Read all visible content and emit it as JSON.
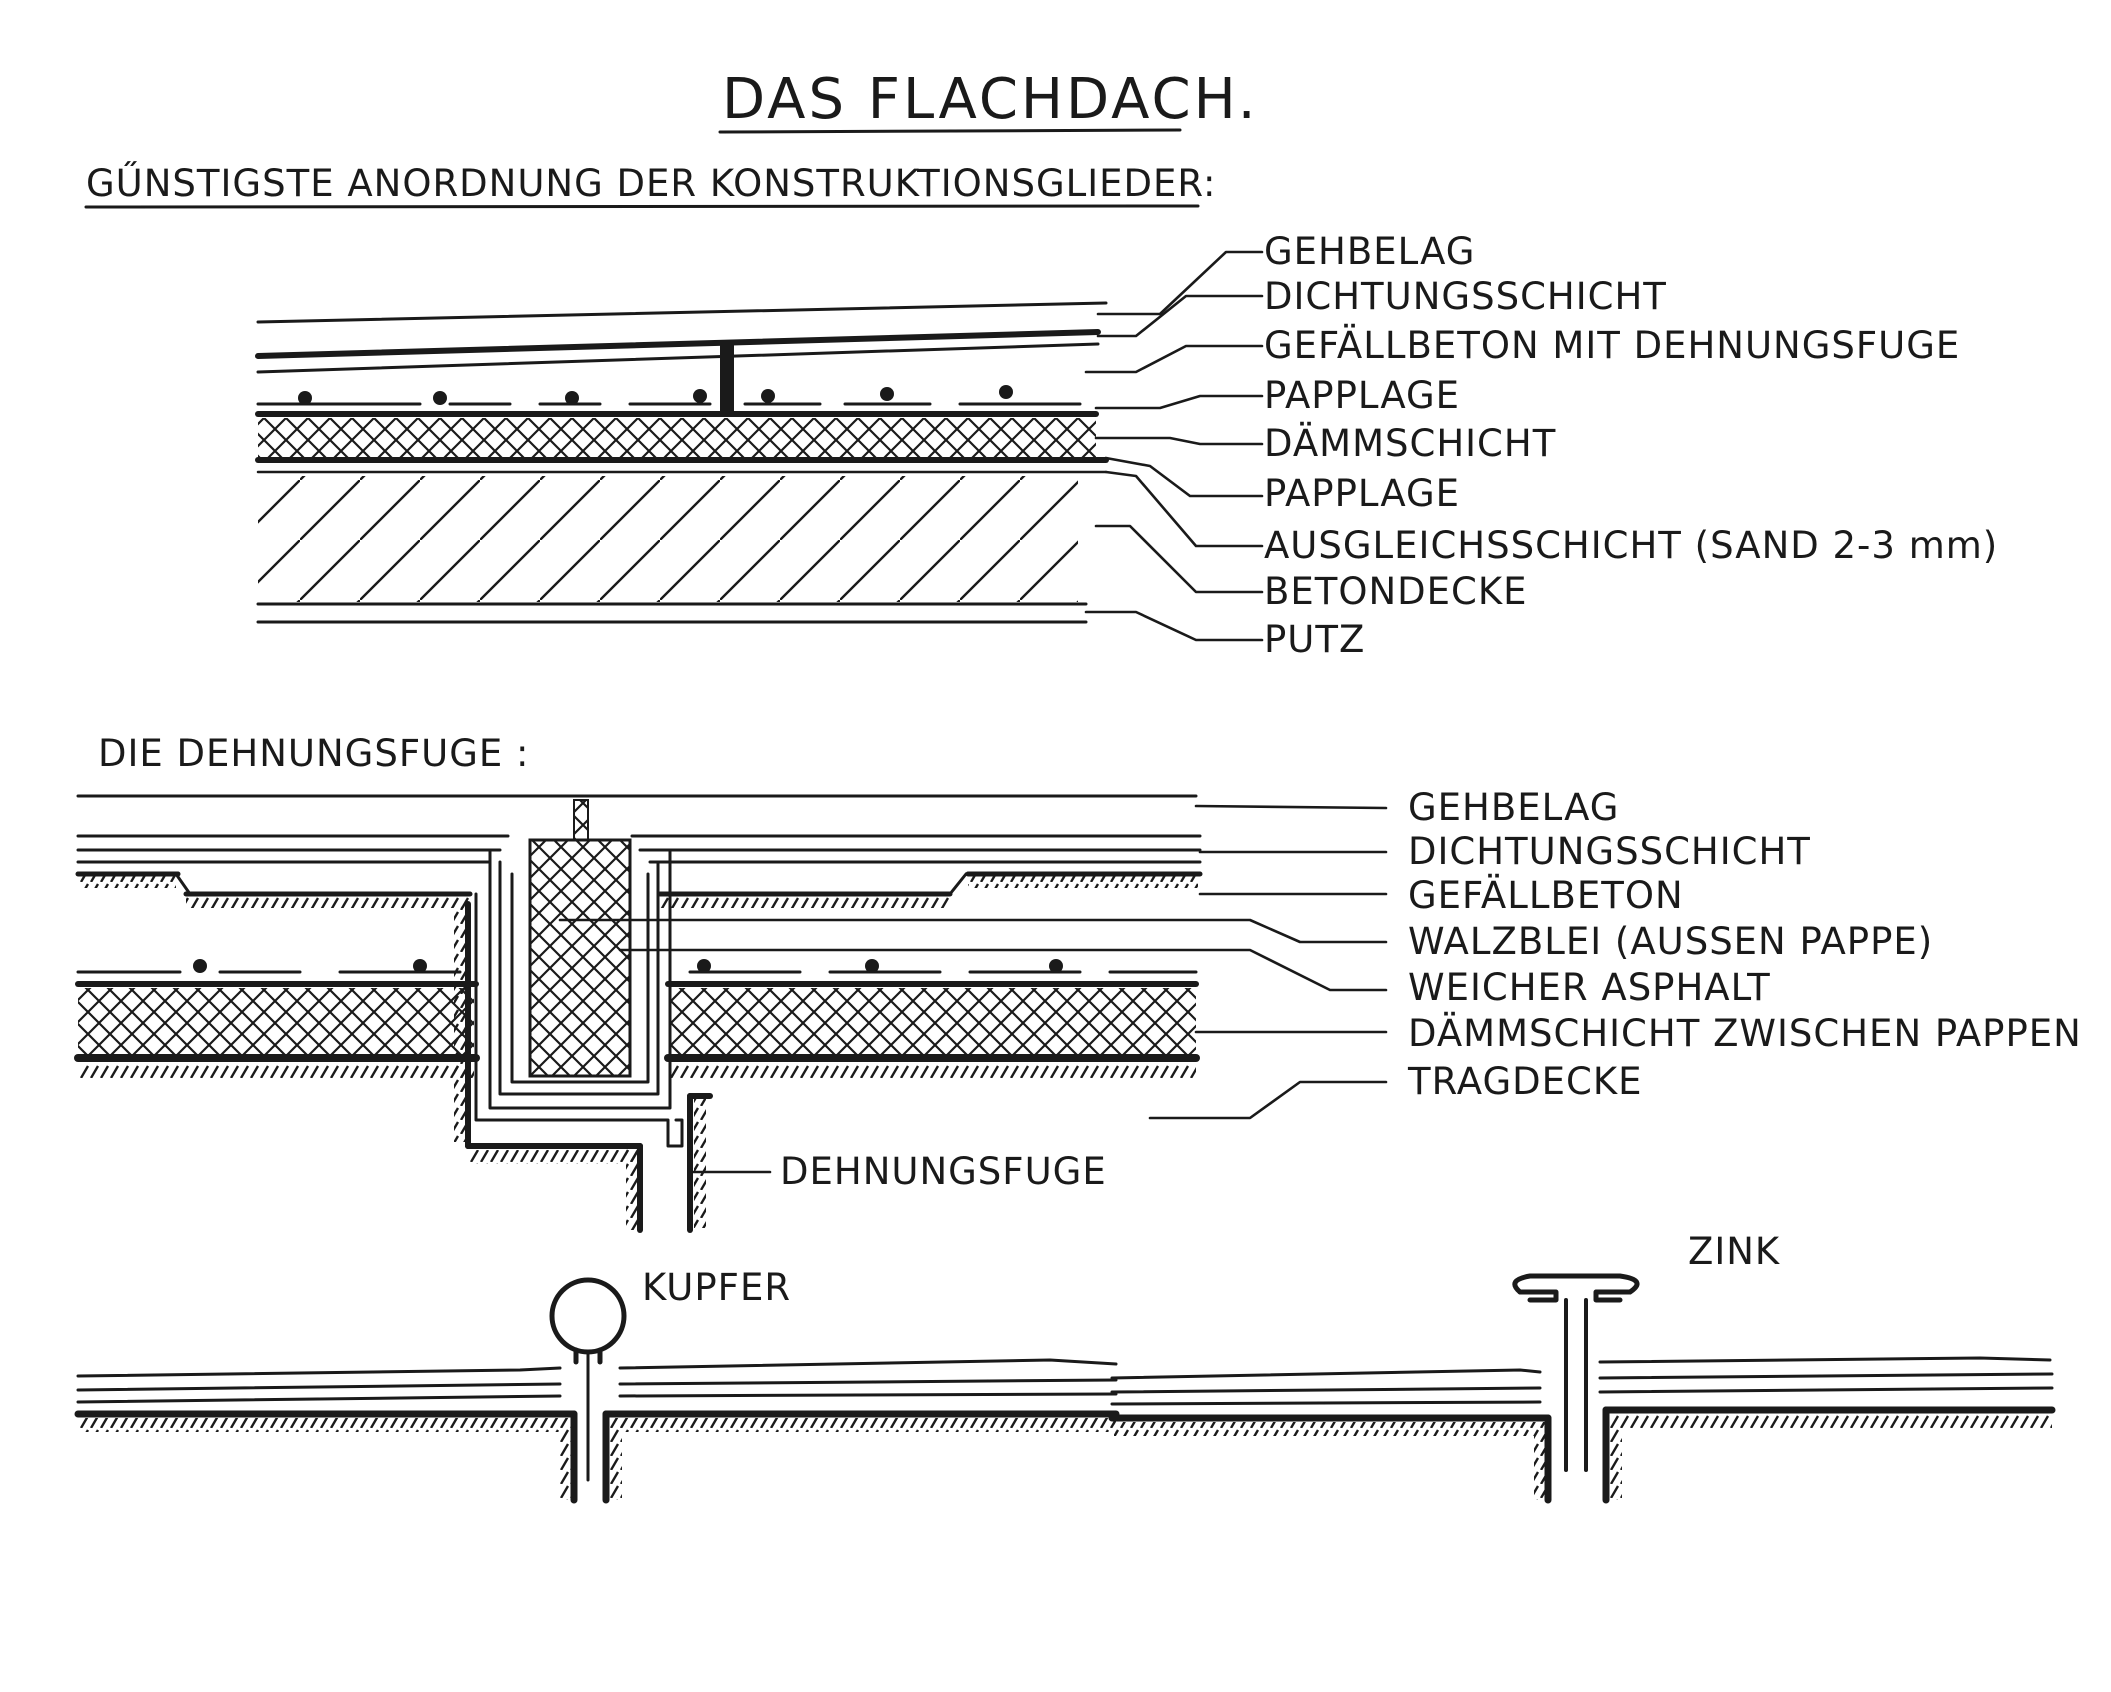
{
  "title": "DAS FLACHDACH.",
  "subtitle": "GŰNSTIGSTE ANORDNUNG DER KONSTRUKTIONSGLIEDER:",
  "roof_section": {
    "labels": [
      "GEHBELAG",
      "DICHTUNGSSCHICHT",
      "GEFÄLLBETON MIT DEHNUNGSFUGE",
      "PAPPLAGE",
      "DÄMMSCHICHT",
      "PAPPLAGE",
      "AUSGLEICHSSCHICHT (SAND 2-3 mm)",
      "BETONDECKE",
      "PUTZ"
    ]
  },
  "joint_section": {
    "heading": "DIE DEHNUNGSFUGE :",
    "labels": [
      "GEHBELAG",
      "DICHTUNGSSCHICHT",
      "GEFÄLLBETON",
      "WALZBLEI (AUSSEN PAPPE)",
      "WEICHER ASPHALT",
      "DÄMMSCHICHT ZWISCHEN PAPPEN",
      "TRAGDECKE"
    ],
    "joint_label": "DEHNUNGSFUGE"
  },
  "details": {
    "left_label": "KUPFER",
    "right_label": "ZINK"
  }
}
